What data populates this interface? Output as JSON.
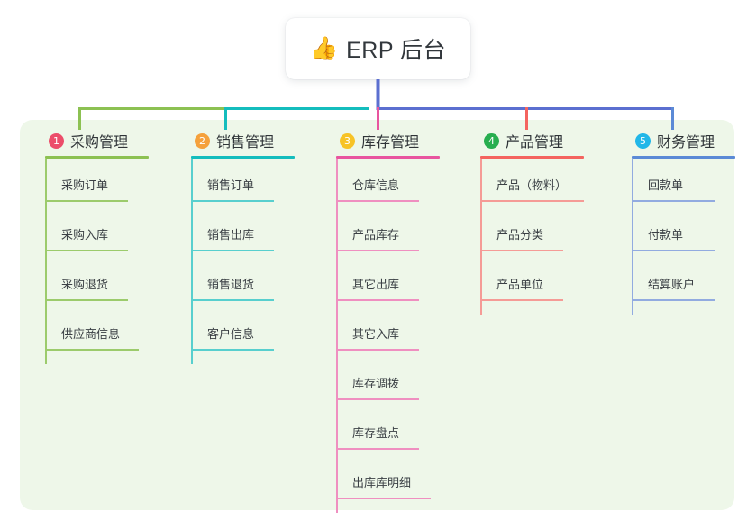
{
  "root": {
    "emoji": "👍",
    "emoji_name": "thumbs-up-emoji",
    "title": "ERP 后台"
  },
  "colors": {
    "panel_bg": "#eef7e9",
    "card_bg": "#ffffff",
    "text": "#32373c",
    "branch_1": "#8cc152",
    "branch_2": "#14bdbd",
    "branch_3": "#e8559f",
    "branch_4": "#f4645f",
    "branch_5": "#5b6fd0",
    "trunk": "#5b6fd0",
    "badge_1": "#ec4d6a",
    "badge_2": "#f5a13c",
    "badge_3": "#f7c326",
    "badge_4": "#27ae4f",
    "badge_5": "#21b7e8",
    "rule_1": "#8cc152",
    "rule_2": "#14bdbd",
    "rule_3": "#e8559f",
    "rule_4": "#f4645f",
    "rule_5": "#5b8ad6",
    "leaf_rule_1": "#9ccb6c",
    "leaf_rule_2": "#58cfce",
    "leaf_rule_3": "#ef8fc0",
    "leaf_rule_4": "#f59b96",
    "leaf_rule_5": "#92abe0"
  },
  "columns": [
    {
      "index": "1",
      "label": "采购管理",
      "items": [
        "采购订单",
        "采购入库",
        "采购退货",
        "供应商信息"
      ]
    },
    {
      "index": "2",
      "label": "销售管理",
      "items": [
        "销售订单",
        "销售出库",
        "销售退货",
        "客户信息"
      ]
    },
    {
      "index": "3",
      "label": "库存管理",
      "items": [
        "仓库信息",
        "产品库存",
        "其它出库",
        "其它入库",
        "库存调拨",
        "库存盘点",
        "出库库明细"
      ]
    },
    {
      "index": "4",
      "label": "产品管理",
      "items": [
        "产品（物料）",
        "产品分类",
        "产品单位"
      ]
    },
    {
      "index": "5",
      "label": "财务管理",
      "items": [
        "回款单",
        "付款单",
        "结算账户"
      ]
    }
  ]
}
